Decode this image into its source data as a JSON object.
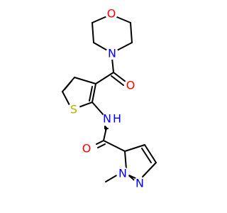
{
  "colors": {
    "bond": "#000000",
    "oxygen": "#ff0000",
    "nitrogen": "#0000ff",
    "sulfur": "#b2b200"
  },
  "atoms": {
    "morpholine_o": "O",
    "morpholine_n": "N",
    "carbonyl_o_top": "O",
    "thiophene_s": "S",
    "amide_n": "N",
    "amide_h": "H",
    "carbonyl_o_bottom": "O",
    "pyrazole_n1": "N",
    "pyrazole_n2": "N"
  }
}
